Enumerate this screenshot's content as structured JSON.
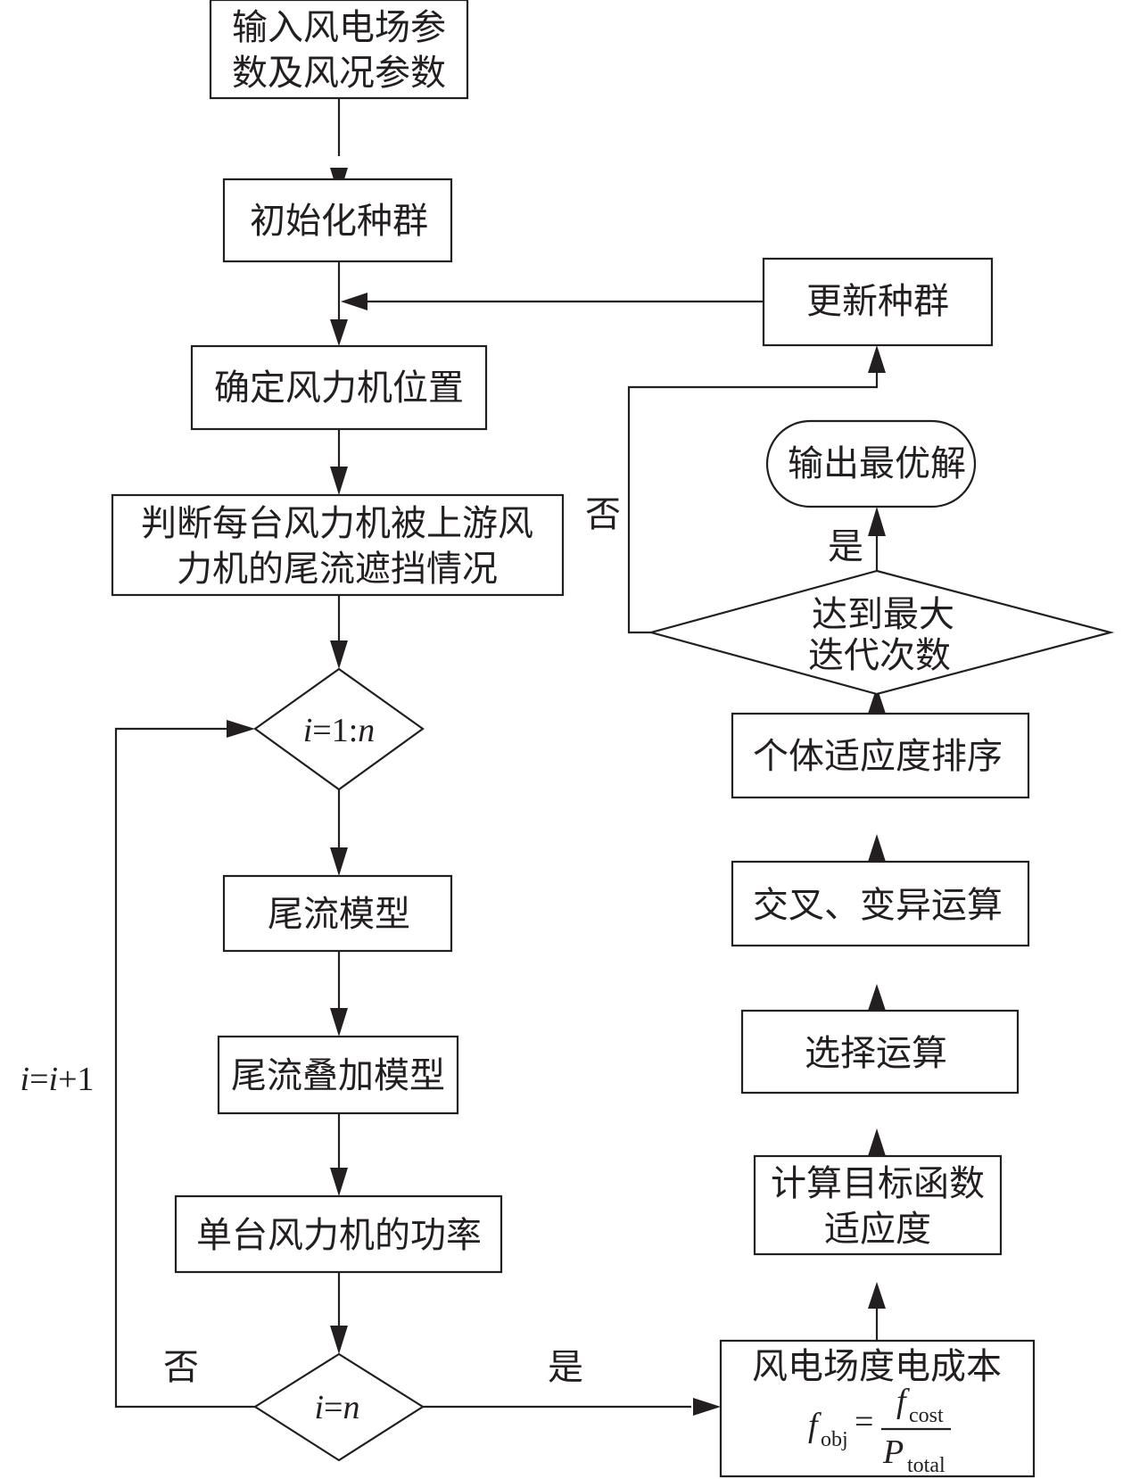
{
  "nodes": {
    "input_params": [
      "输入风电场参",
      "数及风况参数"
    ],
    "init_population": "初始化种群",
    "turbine_position": "确定风力机位置",
    "wake_shading": [
      "判断每台风力机被上游风",
      "力机的尾流遮挡情况"
    ],
    "loop_decision": {
      "var": "i",
      "eq": "=1:",
      "end": "n"
    },
    "wake_model": "尾流模型",
    "wake_superposition": "尾流叠加模型",
    "single_power": "单台风力机的功率",
    "end_decision": {
      "var": "i",
      "eq": "=",
      "end": "n"
    },
    "cost": {
      "title": "风电场度电成本",
      "lhs": "f",
      "lhs_sub": "obj",
      "eq": "=",
      "num": "f",
      "num_sub": "cost",
      "den": "P",
      "den_sub": "total"
    },
    "fitness": [
      "计算目标函数",
      "适应度"
    ],
    "selection": "选择运算",
    "crossover": "交叉、变异运算",
    "sorting": "个体适应度排序",
    "max_iter": [
      "达到最大",
      "迭代次数"
    ],
    "output": "输出最优解",
    "update_population": "更新种群"
  },
  "labels": {
    "increment": {
      "a": "i",
      "b": "=",
      "c": "i",
      "d": "+1"
    },
    "no_loop": "否",
    "yes_cost": "是",
    "yes_output": "是",
    "no_update": "否"
  }
}
